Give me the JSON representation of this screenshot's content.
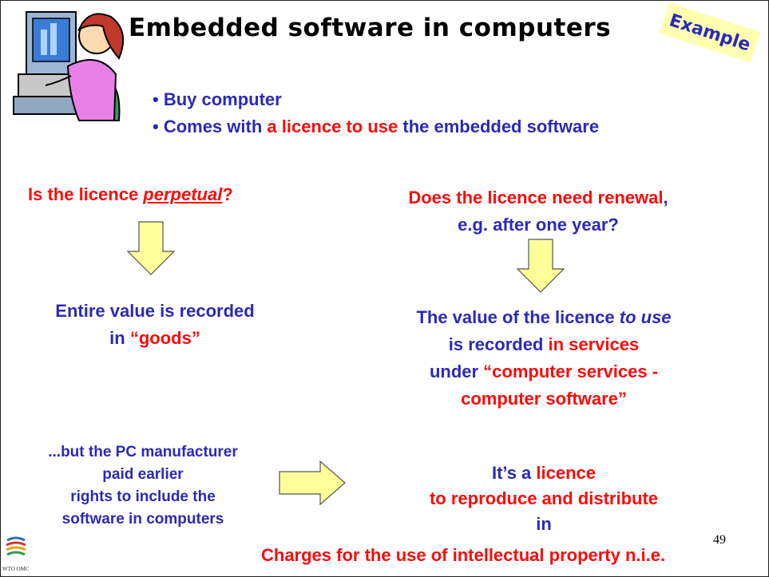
{
  "slide": {
    "title": "Embedded software in computers",
    "badge": "Example",
    "bullets": [
      {
        "parts": [
          {
            "text": "• Buy computer",
            "color": "blue"
          }
        ]
      },
      {
        "parts": [
          {
            "text": "• Comes with ",
            "color": "blue"
          },
          {
            "text": "a licence to use",
            "color": "red"
          },
          {
            "text": " the embedded software",
            "color": "blue"
          }
        ]
      }
    ],
    "left_question": {
      "prefix": "Is the licence ",
      "emphasis": "perpetual",
      "suffix": "?"
    },
    "right_question": {
      "line1": "Does the licence need renewal",
      "comma": ",",
      "line2": "e.g. after one year?"
    },
    "left_answer": {
      "line1": "Entire value is recorded",
      "line2_prefix": "in ",
      "line2_red": "“goods”"
    },
    "right_answer": {
      "l1_prefix": "The value of the licence ",
      "l1_emph": "to use",
      "l2_prefix": "is recorded ",
      "l2_red": "in services",
      "l3_prefix": "under ",
      "l3_red": "“computer services -",
      "l4_red": "computer software”"
    },
    "left_note": [
      "...but the PC manufacturer",
      "paid earlier",
      "rights to include the",
      "software in computers"
    ],
    "right_note": {
      "l1_prefix": "It’s a ",
      "l1_red": "licence",
      "l2_red": "to reproduce and distribute",
      "l3_red": "in",
      "charges": "Charges for the use of intellectual property n.i.e."
    },
    "page_number": "49",
    "logo_text": "WTO OMC"
  },
  "colors": {
    "blue": "#2a2ab8",
    "red": "#ff0a0a",
    "arrow_fill": "#ffff99",
    "badge_fill": "#ffffb0"
  },
  "icons": [
    "woman-at-computer-clipart",
    "arrow-down-icon",
    "arrow-right-icon",
    "wto-logo"
  ]
}
